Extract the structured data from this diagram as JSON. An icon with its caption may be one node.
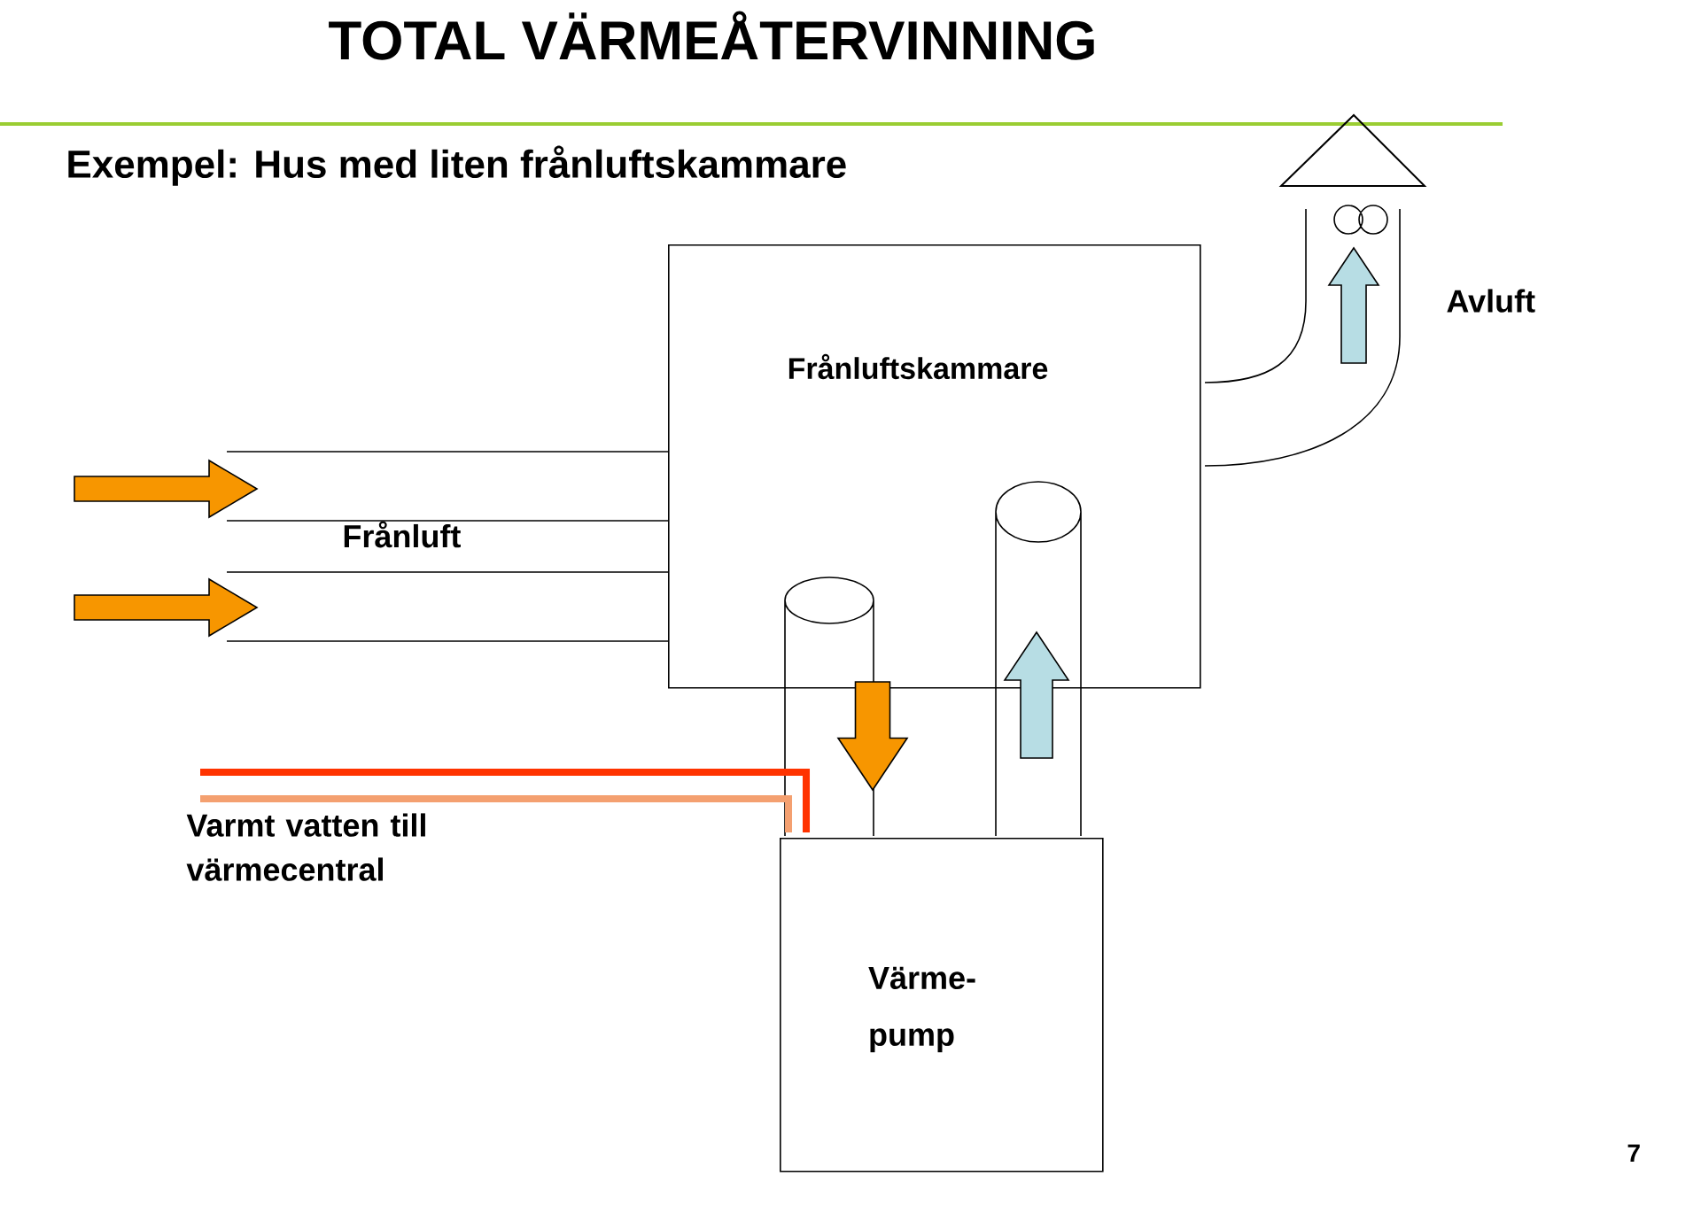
{
  "diagram": {
    "title": "TOTAL VÄRMEÅTERVINNING",
    "nodes": [
      {
        "text": [
          "Frånluftskammare"
        ]
      },
      {
        "text": [
          "Värme- pump"
        ]
      }
    ],
    "edges": [
      {
        "from": 0,
        "to": 1,
        "arrow": "to",
        "color": "#f79600"
      },
      {
        "from": 1,
        "to": 0,
        "arrow": "to",
        "color": "#b7dde4"
      }
    ],
    "labels": [
      "Exempel: Hus med liten frånluftskammare",
      "Avluft",
      "Frånluft",
      "Varmt vatten till värmecentral",
      "7"
    ]
  }
}
